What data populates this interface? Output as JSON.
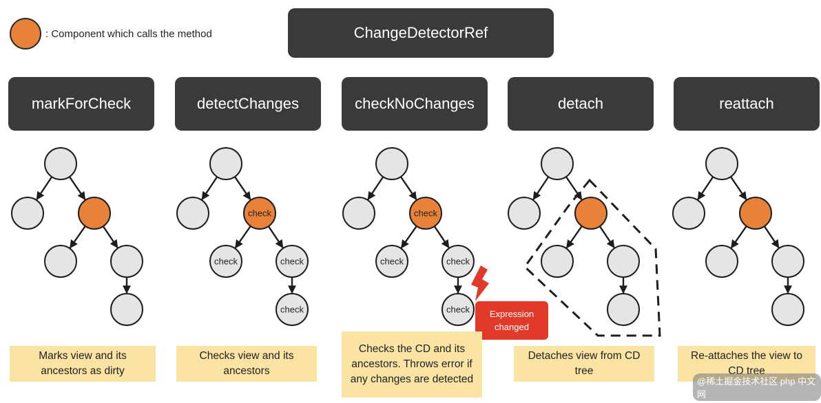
{
  "legend": {
    "text": ": Component which calls the method"
  },
  "header": {
    "title": "ChangeDetectorRef"
  },
  "methods": [
    {
      "name": "markForCheck",
      "description": "Marks view and its ancestors as dirty"
    },
    {
      "name": "detectChanges",
      "description": "Checks view and its ancestors"
    },
    {
      "name": "checkNoChanges",
      "description": "Checks the CD and its ancestors. Throws error if any changes are detected"
    },
    {
      "name": "detach",
      "description": "Detaches view from CD tree"
    },
    {
      "name": "reattach",
      "description": "Re-attaches the view to CD tree"
    }
  ],
  "node_label": "check",
  "error": {
    "text": "Expression changed"
  },
  "watermark": "@稀土掘金技术社区 php 中文网",
  "colors": {
    "active": "#e8823a",
    "inactive": "#e5e5e5",
    "box": "#3a3a3a",
    "note": "#fbe3a4",
    "error": "#e23a2a"
  }
}
